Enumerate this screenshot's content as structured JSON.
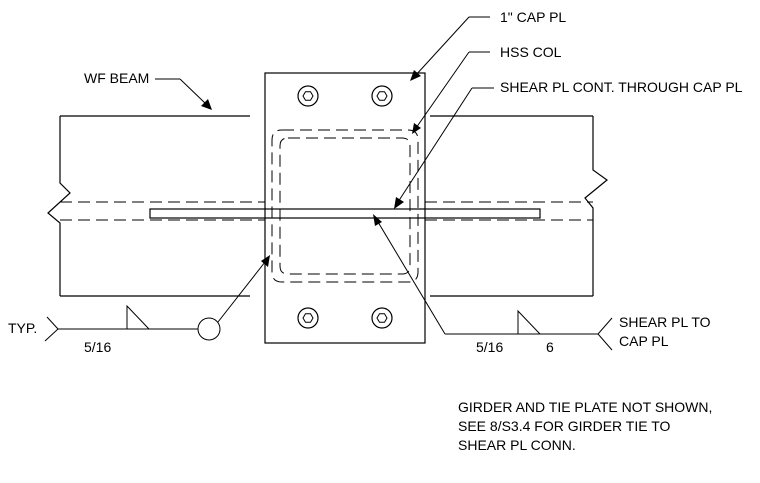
{
  "callouts": {
    "cap_pl": "1\" CAP PL",
    "hss_col": "HSS COL",
    "shear_pl_cont": "SHEAR PL CONT. THROUGH CAP PL",
    "wf_beam": "WF BEAM",
    "shear_pl_to_cap": [
      "SHEAR PL TO",
      "CAP PL"
    ]
  },
  "weld_left": {
    "typ": "TYP.",
    "size": "5/16"
  },
  "weld_right": {
    "size": "5/16",
    "length": "6"
  },
  "note_lines": [
    "GIRDER AND TIE PLATE NOT SHOWN,",
    "SEE  8/S3.4   FOR GIRDER TIE TO",
    "SHEAR PL CONN."
  ]
}
